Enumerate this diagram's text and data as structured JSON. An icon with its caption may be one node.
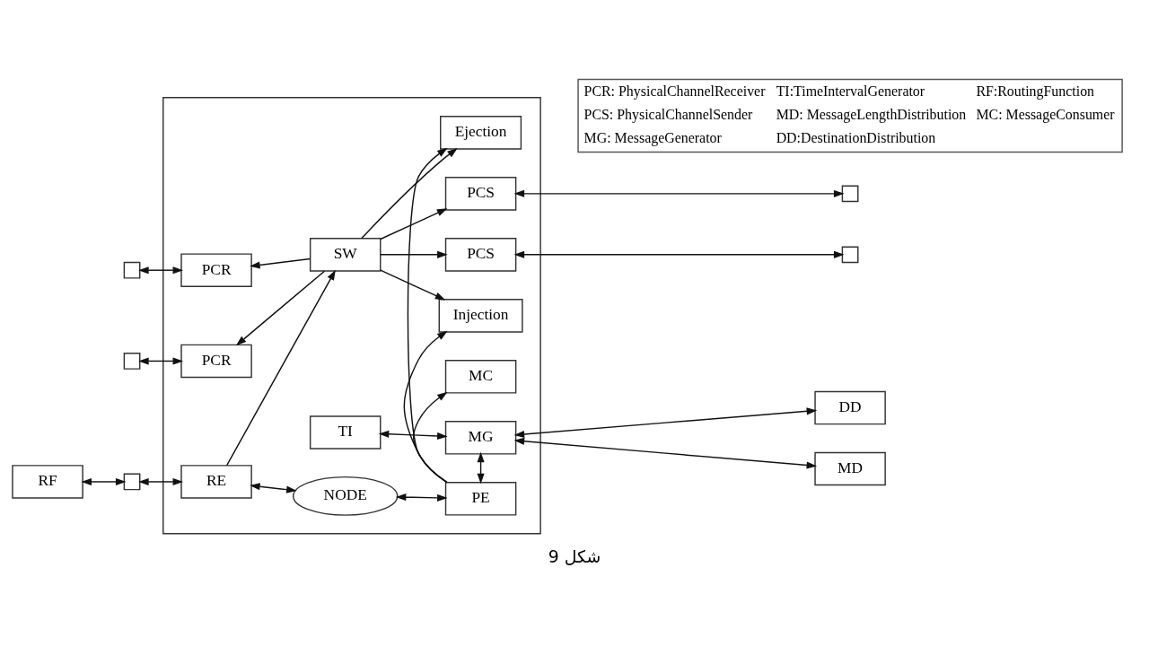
{
  "diagram": {
    "caption": "شکل 9",
    "nodes": [
      {
        "text": [],
        "shape": "box"
      },
      {
        "text": [],
        "shape": "box"
      },
      {
        "text": [
          "PCR"
        ],
        "in": 0
      },
      {
        "text": [
          "SW"
        ],
        "in": 0
      },
      {
        "text": [
          "PCS"
        ],
        "in": 0
      },
      {
        "text": [],
        "shape": "box"
      },
      {
        "text": [],
        "shape": "box"
      },
      {
        "text": [
          "PCR"
        ],
        "in": 0
      },
      {
        "text": [
          "PCS"
        ],
        "in": 0
      },
      {
        "text": [],
        "shape": "box"
      },
      {
        "text": [
          "Ejection"
        ],
        "in": 0
      },
      {
        "text": [
          "Injection"
        ],
        "in": 0
      },
      {
        "text": [
          "RF"
        ]
      },
      {
        "text": [],
        "shape": "box"
      },
      {
        "text": [
          "RE"
        ],
        "in": 0
      },
      {
        "text": [
          "NODE"
        ],
        "in": 0
      },
      {
        "text": [
          "PE"
        ],
        "in": 0
      },
      {
        "text": [
          "TI"
        ],
        "in": 0
      },
      {
        "text": [
          "MG"
        ],
        "in": 0
      },
      {
        "text": [
          "MC"
        ],
        "in": 0
      },
      {
        "text": [
          "DD"
        ]
      },
      {
        "text": [
          "MD"
        ]
      }
    ],
    "edges": [
      {
        "from": 1,
        "to": 2,
        "arrow": "both"
      },
      {
        "from": 3,
        "to": 2,
        "arrow": "to"
      },
      {
        "from": 3,
        "to": 4,
        "arrow": "to"
      },
      {
        "from": 4,
        "to": 5,
        "arrow": "both"
      },
      {
        "from": 6,
        "to": 7,
        "arrow": "both"
      },
      {
        "from": 3,
        "to": 7,
        "arrow": "to"
      },
      {
        "from": 3,
        "to": 8,
        "arrow": "to"
      },
      {
        "from": 8,
        "to": 9,
        "arrow": "both"
      },
      {
        "from": 14,
        "to": 3,
        "arrow": "to"
      },
      {
        "from": 3,
        "to": 10,
        "arrow": "to"
      },
      {
        "from": 3,
        "to": 11,
        "arrow": "to"
      },
      {
        "from": 16,
        "to": 10,
        "arrow": "to"
      },
      {
        "from": 16,
        "to": 11,
        "arrow": "to"
      },
      {
        "from": 12,
        "to": 13,
        "arrow": "both"
      },
      {
        "from": 13,
        "to": 14,
        "arrow": "both"
      },
      {
        "from": 14,
        "to": 15,
        "arrow": "both"
      },
      {
        "from": 15,
        "to": 16,
        "arrow": "both"
      },
      {
        "from": 16,
        "to": 18,
        "arrow": "both"
      },
      {
        "from": 16,
        "to": 19,
        "arrow": "to"
      },
      {
        "from": 17,
        "to": 18,
        "arrow": "both"
      },
      {
        "from": 18,
        "to": 20,
        "arrow": "both"
      },
      {
        "from": 18,
        "to": 21,
        "arrow": "both"
      }
    ],
    "labels": [
      "PCR: PhysicalChannelReceiver",
      "TI:TimeIntervalGenerator",
      "RF:RoutingFunction",
      "PCS: PhysicalChannelSender",
      "MD: MessageLengthDistribution",
      "MC: MessageConsumer",
      "MG: MessageGenerator",
      "DD:DestinationDistribution"
    ]
  }
}
